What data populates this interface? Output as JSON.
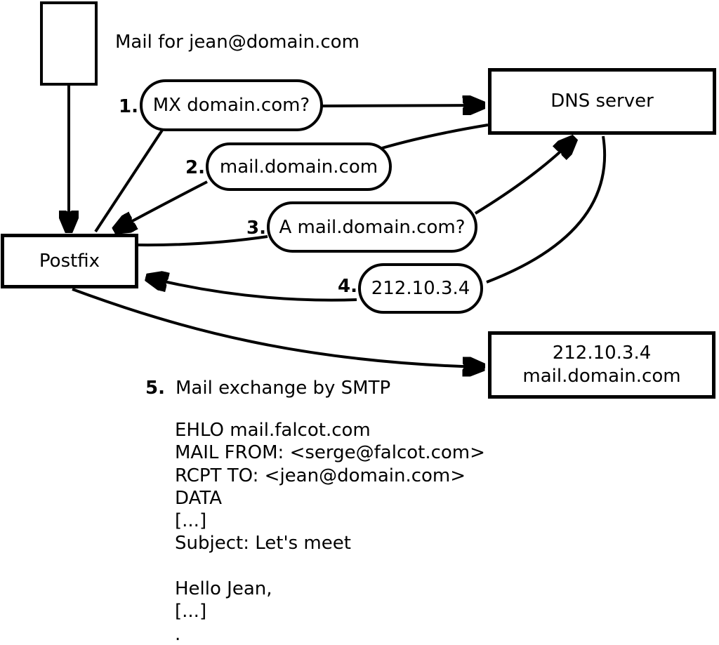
{
  "caption": "Mail for jean@domain.com",
  "nodes": {
    "dns": {
      "label": "DNS server"
    },
    "postfix": {
      "label": "Postfix"
    },
    "mailserver": {
      "line1": "212.10.3.4",
      "line2": "mail.domain.com"
    }
  },
  "steps": [
    {
      "num": "1.",
      "label": "MX domain.com?"
    },
    {
      "num": "2.",
      "label": "mail.domain.com"
    },
    {
      "num": "3.",
      "label": "A mail.domain.com?"
    },
    {
      "num": "4.",
      "label": "212.10.3.4"
    },
    {
      "num": "5.",
      "label": "Mail exchange by SMTP"
    }
  ],
  "smtp": {
    "lines": [
      "EHLO mail.falcot.com",
      "MAIL FROM: <serge@falcot.com>",
      "RCPT TO: <jean@domain.com>",
      "DATA",
      "[...]",
      "Subject: Let's meet",
      "",
      "Hello Jean,",
      "[...]",
      "."
    ]
  },
  "colors": {
    "ink": "#000000",
    "background": "#ffffff"
  }
}
